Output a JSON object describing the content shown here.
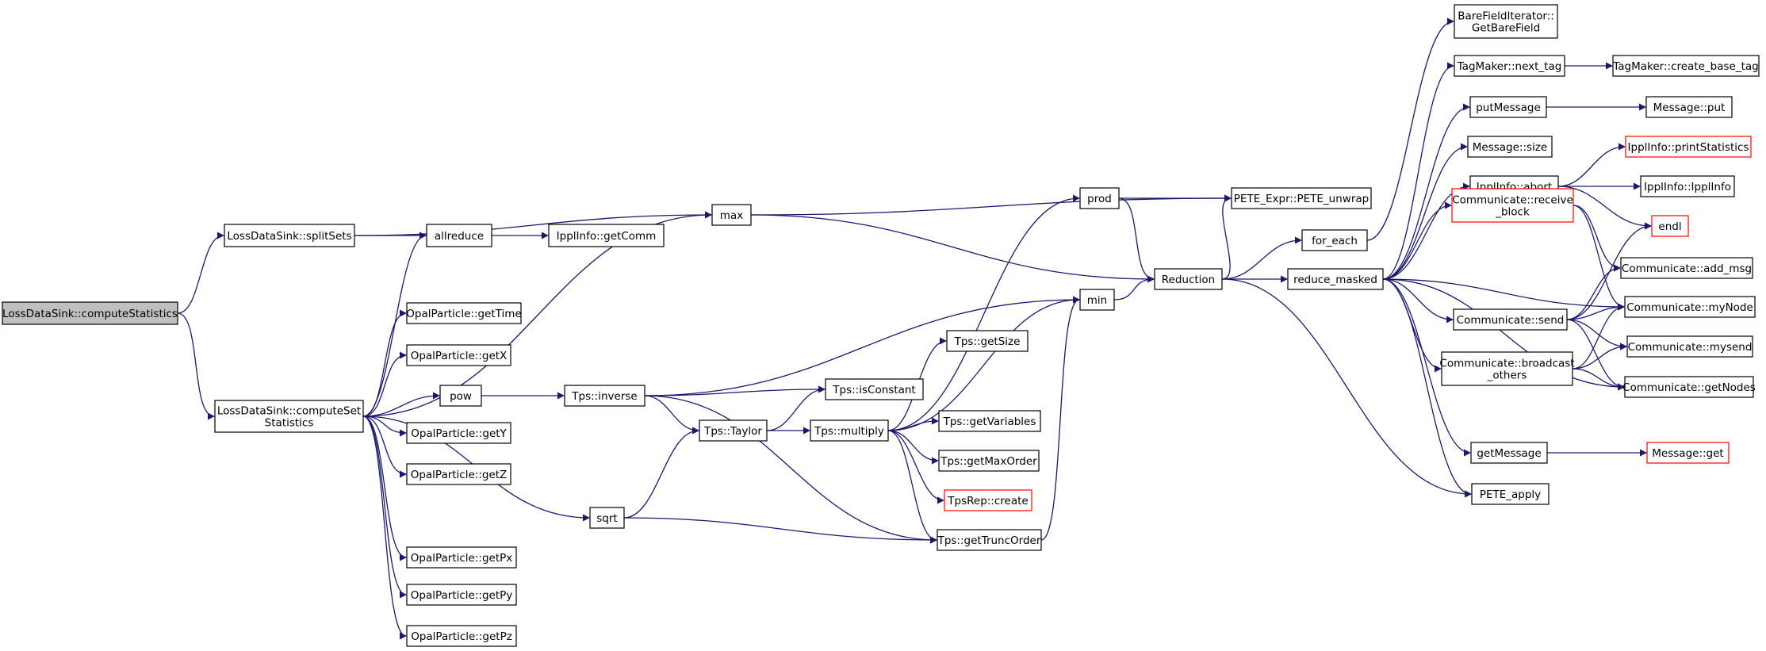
{
  "colors": {
    "edge": "#191970",
    "node_fill": "#ffffff",
    "node_border": "#000000",
    "root_fill": "#bfbfbf",
    "truncated_border": "#ff0000"
  },
  "nodes": [
    {
      "id": "compute_statistics",
      "lines": [
        "LossDataSink::computeStatistics"
      ],
      "style": "root"
    },
    {
      "id": "split_sets",
      "lines": [
        "LossDataSink::splitSets"
      ],
      "style": "normal"
    },
    {
      "id": "compute_set_statistics",
      "lines": [
        "LossDataSink::computeSet",
        "Statistics"
      ],
      "style": "normal"
    },
    {
      "id": "allreduce",
      "lines": [
        "allreduce"
      ],
      "style": "normal"
    },
    {
      "id": "ippl_getcomm",
      "lines": [
        "IpplInfo::getComm"
      ],
      "style": "normal"
    },
    {
      "id": "max",
      "lines": [
        "max"
      ],
      "style": "normal"
    },
    {
      "id": "getTime",
      "lines": [
        "OpalParticle::getTime"
      ],
      "style": "normal"
    },
    {
      "id": "getX",
      "lines": [
        "OpalParticle::getX"
      ],
      "style": "normal"
    },
    {
      "id": "pow",
      "lines": [
        "pow"
      ],
      "style": "normal"
    },
    {
      "id": "getY",
      "lines": [
        "OpalParticle::getY"
      ],
      "style": "normal"
    },
    {
      "id": "getZ",
      "lines": [
        "OpalParticle::getZ"
      ],
      "style": "normal"
    },
    {
      "id": "sqrt",
      "lines": [
        "sqrt"
      ],
      "style": "normal"
    },
    {
      "id": "getPx",
      "lines": [
        "OpalParticle::getPx"
      ],
      "style": "normal"
    },
    {
      "id": "getPy",
      "lines": [
        "OpalParticle::getPy"
      ],
      "style": "normal"
    },
    {
      "id": "getPz",
      "lines": [
        "OpalParticle::getPz"
      ],
      "style": "normal"
    },
    {
      "id": "tps_inverse",
      "lines": [
        "Tps::inverse"
      ],
      "style": "normal"
    },
    {
      "id": "tps_isconstant",
      "lines": [
        "Tps::isConstant"
      ],
      "style": "normal"
    },
    {
      "id": "tps_taylor",
      "lines": [
        "Tps::Taylor"
      ],
      "style": "normal"
    },
    {
      "id": "tps_multiply",
      "lines": [
        "Tps::multiply"
      ],
      "style": "normal"
    },
    {
      "id": "tps_getsize",
      "lines": [
        "Tps::getSize"
      ],
      "style": "normal"
    },
    {
      "id": "tps_getvariables",
      "lines": [
        "Tps::getVariables"
      ],
      "style": "normal"
    },
    {
      "id": "tps_getmaxorder",
      "lines": [
        "Tps::getMaxOrder"
      ],
      "style": "normal"
    },
    {
      "id": "tpsrep_create",
      "lines": [
        "TpsRep::create"
      ],
      "style": "truncated"
    },
    {
      "id": "tps_gettruncorder",
      "lines": [
        "Tps::getTruncOrder"
      ],
      "style": "normal"
    },
    {
      "id": "prod",
      "lines": [
        "prod"
      ],
      "style": "normal"
    },
    {
      "id": "min",
      "lines": [
        "min"
      ],
      "style": "normal"
    },
    {
      "id": "pete_unwrap",
      "lines": [
        "PETE_Expr::PETE_unwrap"
      ],
      "style": "normal"
    },
    {
      "id": "reduction",
      "lines": [
        "Reduction"
      ],
      "style": "normal"
    },
    {
      "id": "for_each",
      "lines": [
        "for_each"
      ],
      "style": "normal"
    },
    {
      "id": "reduce_masked",
      "lines": [
        "reduce_masked"
      ],
      "style": "normal"
    },
    {
      "id": "barefield",
      "lines": [
        "BareFieldIterator::",
        "GetBareField"
      ],
      "style": "normal"
    },
    {
      "id": "tag_next",
      "lines": [
        "TagMaker::next_tag"
      ],
      "style": "normal"
    },
    {
      "id": "tag_create",
      "lines": [
        "TagMaker::create_base_tag"
      ],
      "style": "normal"
    },
    {
      "id": "putmessage",
      "lines": [
        "putMessage"
      ],
      "style": "normal"
    },
    {
      "id": "message_put",
      "lines": [
        "Message::put"
      ],
      "style": "normal"
    },
    {
      "id": "message_size",
      "lines": [
        "Message::size"
      ],
      "style": "normal"
    },
    {
      "id": "ippl_print",
      "lines": [
        "IpplInfo::printStatistics"
      ],
      "style": "truncated"
    },
    {
      "id": "ippl_abort",
      "lines": [
        "IpplInfo::abort"
      ],
      "style": "normal"
    },
    {
      "id": "ippl_ctor",
      "lines": [
        "IpplInfo::IpplInfo"
      ],
      "style": "normal"
    },
    {
      "id": "endl",
      "lines": [
        "endl"
      ],
      "style": "truncated"
    },
    {
      "id": "comm_receive",
      "lines": [
        "Communicate::receive",
        "_block"
      ],
      "style": "truncated"
    },
    {
      "id": "comm_addmsg",
      "lines": [
        "Communicate::add_msg"
      ],
      "style": "normal"
    },
    {
      "id": "comm_mynode",
      "lines": [
        "Communicate::myNode"
      ],
      "style": "normal"
    },
    {
      "id": "comm_send",
      "lines": [
        "Communicate::send"
      ],
      "style": "normal"
    },
    {
      "id": "comm_mysend",
      "lines": [
        "Communicate::mysend"
      ],
      "style": "normal"
    },
    {
      "id": "comm_broadcast",
      "lines": [
        "Communicate::broadcast",
        "_others"
      ],
      "style": "normal"
    },
    {
      "id": "comm_getnodes",
      "lines": [
        "Communicate::getNodes"
      ],
      "style": "normal"
    },
    {
      "id": "getmessage",
      "lines": [
        "getMessage"
      ],
      "style": "normal"
    },
    {
      "id": "message_get",
      "lines": [
        "Message::get"
      ],
      "style": "truncated"
    },
    {
      "id": "pete_apply",
      "lines": [
        "PETE_apply"
      ],
      "style": "normal"
    }
  ],
  "edges": [
    [
      "compute_statistics",
      "split_sets"
    ],
    [
      "compute_statistics",
      "compute_set_statistics"
    ],
    [
      "split_sets",
      "allreduce"
    ],
    [
      "split_sets",
      "max"
    ],
    [
      "allreduce",
      "ippl_getcomm"
    ],
    [
      "max",
      "pete_unwrap"
    ],
    [
      "max",
      "reduction"
    ],
    [
      "compute_set_statistics",
      "allreduce"
    ],
    [
      "compute_set_statistics",
      "max"
    ],
    [
      "compute_set_statistics",
      "getTime"
    ],
    [
      "compute_set_statistics",
      "getX"
    ],
    [
      "compute_set_statistics",
      "pow"
    ],
    [
      "compute_set_statistics",
      "getY"
    ],
    [
      "compute_set_statistics",
      "getZ"
    ],
    [
      "compute_set_statistics",
      "sqrt"
    ],
    [
      "compute_set_statistics",
      "getPx"
    ],
    [
      "compute_set_statistics",
      "getPy"
    ],
    [
      "compute_set_statistics",
      "getPz"
    ],
    [
      "pow",
      "tps_inverse"
    ],
    [
      "tps_inverse",
      "min"
    ],
    [
      "tps_inverse",
      "tps_isconstant"
    ],
    [
      "tps_inverse",
      "tps_taylor"
    ],
    [
      "tps_inverse",
      "tps_gettruncorder"
    ],
    [
      "sqrt",
      "tps_taylor"
    ],
    [
      "sqrt",
      "tps_gettruncorder"
    ],
    [
      "tps_taylor",
      "tps_isconstant"
    ],
    [
      "tps_taylor",
      "tps_multiply"
    ],
    [
      "tps_multiply",
      "prod"
    ],
    [
      "tps_multiply",
      "min"
    ],
    [
      "tps_multiply",
      "tps_getsize"
    ],
    [
      "tps_multiply",
      "tps_getvariables"
    ],
    [
      "tps_multiply",
      "tps_getmaxorder"
    ],
    [
      "tps_multiply",
      "tpsrep_create"
    ],
    [
      "tps_multiply",
      "tps_gettruncorder"
    ],
    [
      "tps_gettruncorder",
      "min"
    ],
    [
      "prod",
      "pete_unwrap"
    ],
    [
      "prod",
      "reduction"
    ],
    [
      "min",
      "reduction"
    ],
    [
      "reduction",
      "pete_unwrap"
    ],
    [
      "reduction",
      "for_each"
    ],
    [
      "reduction",
      "reduce_masked"
    ],
    [
      "reduction",
      "pete_apply"
    ],
    [
      "for_each",
      "barefield"
    ],
    [
      "reduce_masked",
      "tag_next"
    ],
    [
      "reduce_masked",
      "putmessage"
    ],
    [
      "reduce_masked",
      "message_size"
    ],
    [
      "reduce_masked",
      "ippl_abort"
    ],
    [
      "reduce_masked",
      "comm_receive"
    ],
    [
      "reduce_masked",
      "comm_mynode"
    ],
    [
      "reduce_masked",
      "comm_send"
    ],
    [
      "reduce_masked",
      "comm_broadcast"
    ],
    [
      "reduce_masked",
      "comm_getnodes"
    ],
    [
      "reduce_masked",
      "getmessage"
    ],
    [
      "reduce_masked",
      "pete_apply"
    ],
    [
      "tag_next",
      "tag_create"
    ],
    [
      "putmessage",
      "message_put"
    ],
    [
      "ippl_abort",
      "ippl_print"
    ],
    [
      "ippl_abort",
      "ippl_ctor"
    ],
    [
      "ippl_abort",
      "endl"
    ],
    [
      "comm_receive",
      "comm_addmsg"
    ],
    [
      "comm_receive",
      "comm_mynode"
    ],
    [
      "comm_send",
      "endl"
    ],
    [
      "comm_send",
      "comm_addmsg"
    ],
    [
      "comm_send",
      "comm_mynode"
    ],
    [
      "comm_send",
      "comm_mysend"
    ],
    [
      "comm_send",
      "comm_getnodes"
    ],
    [
      "comm_broadcast",
      "comm_mynode"
    ],
    [
      "comm_broadcast",
      "comm_mysend"
    ],
    [
      "comm_broadcast",
      "comm_getnodes"
    ],
    [
      "getmessage",
      "message_get"
    ]
  ]
}
